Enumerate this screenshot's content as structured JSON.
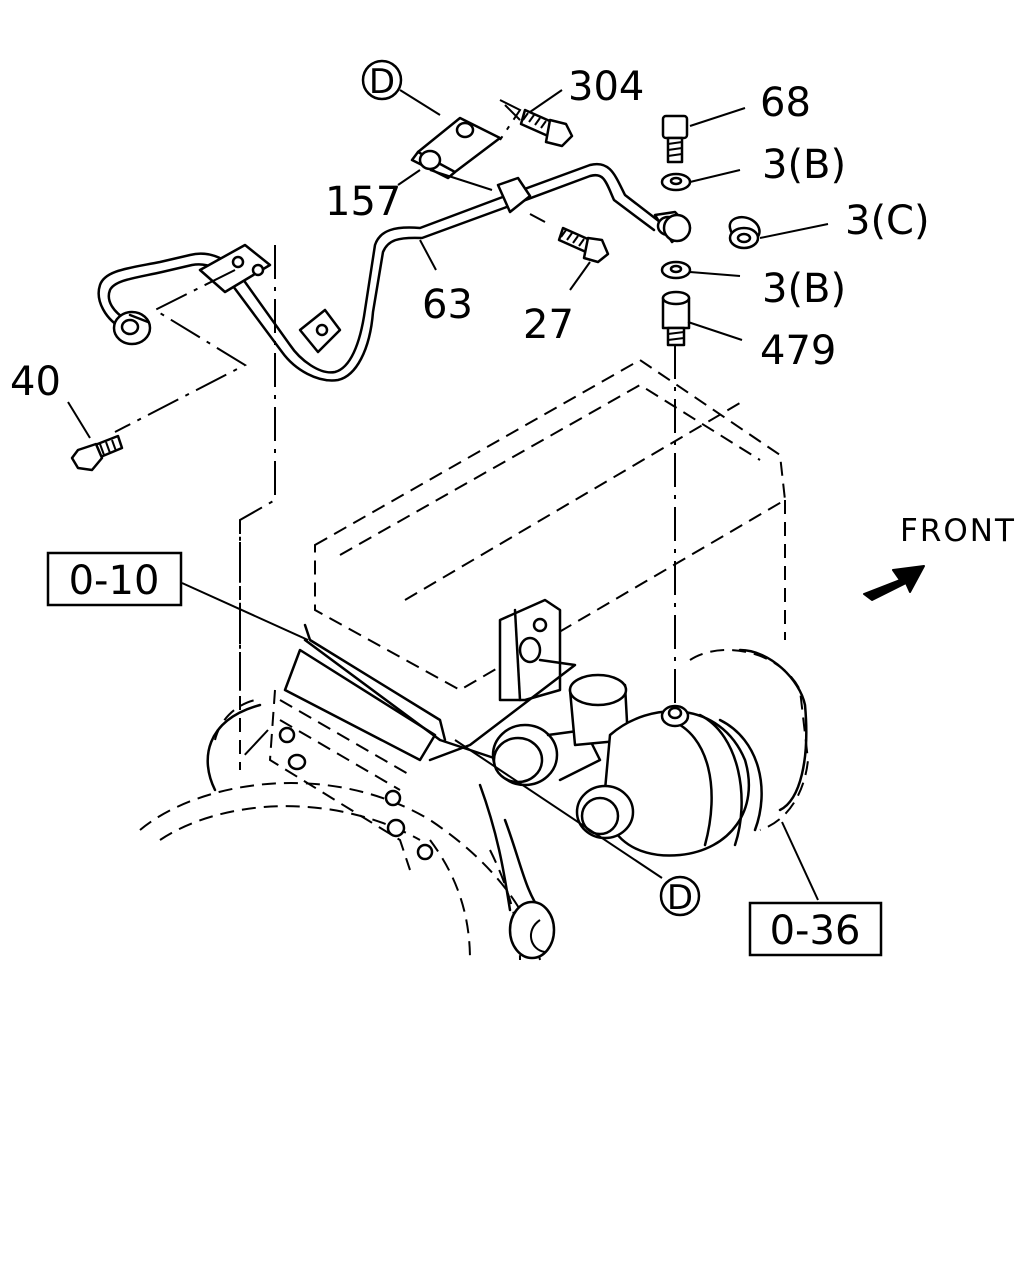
{
  "callouts": {
    "c304": "304",
    "c68": "68",
    "c3b_top": "3(B)",
    "c3c": "3(C)",
    "c3b_bottom": "3(B)",
    "c479": "479",
    "c157": "157",
    "c63": "63",
    "c27": "27",
    "c40": "40"
  },
  "circle_refs": {
    "d_top": "D",
    "d_bottom": "D"
  },
  "boxed_refs": {
    "ref_010": "0-10",
    "ref_036": "0-36"
  },
  "direction": {
    "label": "FRONT",
    "arrow_icon": "arrow-front-icon"
  }
}
